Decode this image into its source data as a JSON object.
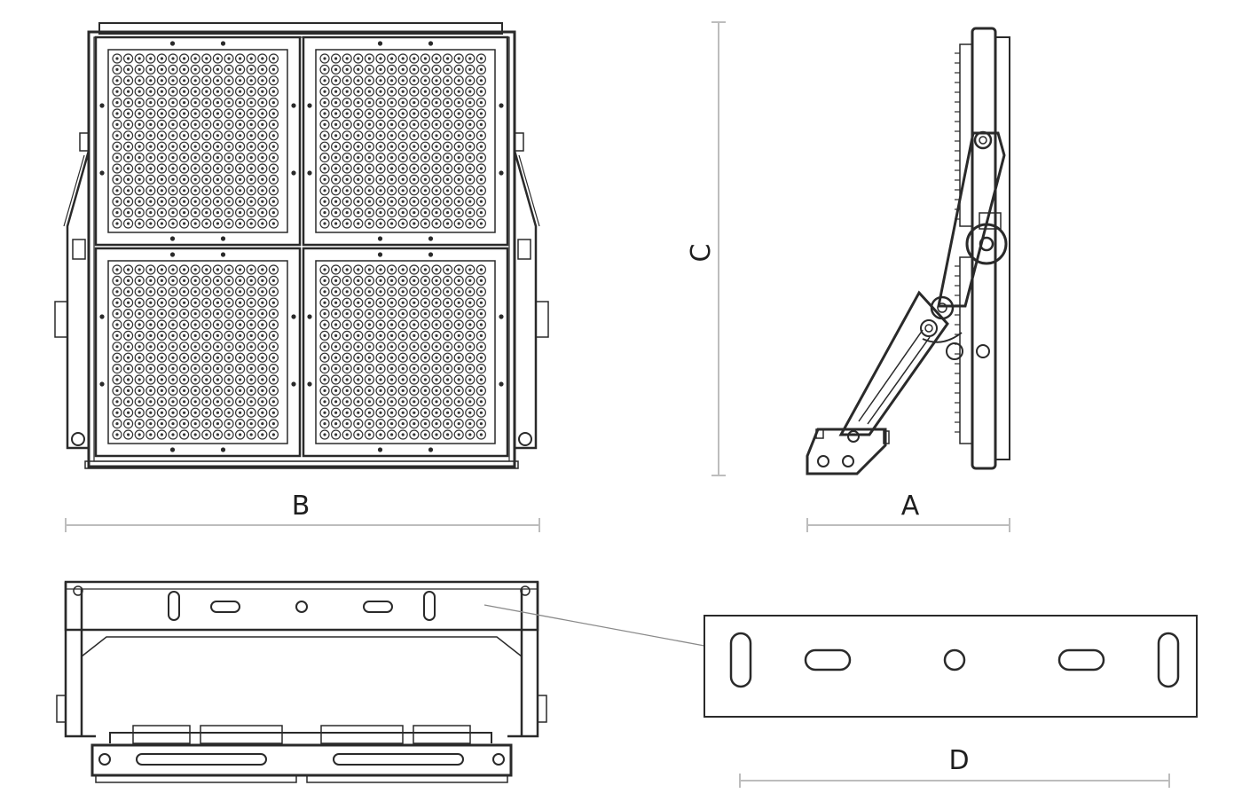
{
  "dimension_labels": {
    "a": "A",
    "b": "B",
    "c": "C",
    "d": "D"
  },
  "colors": {
    "line": "#2a2a2a",
    "dimension": "#bdbdbd",
    "background": "#ffffff"
  }
}
